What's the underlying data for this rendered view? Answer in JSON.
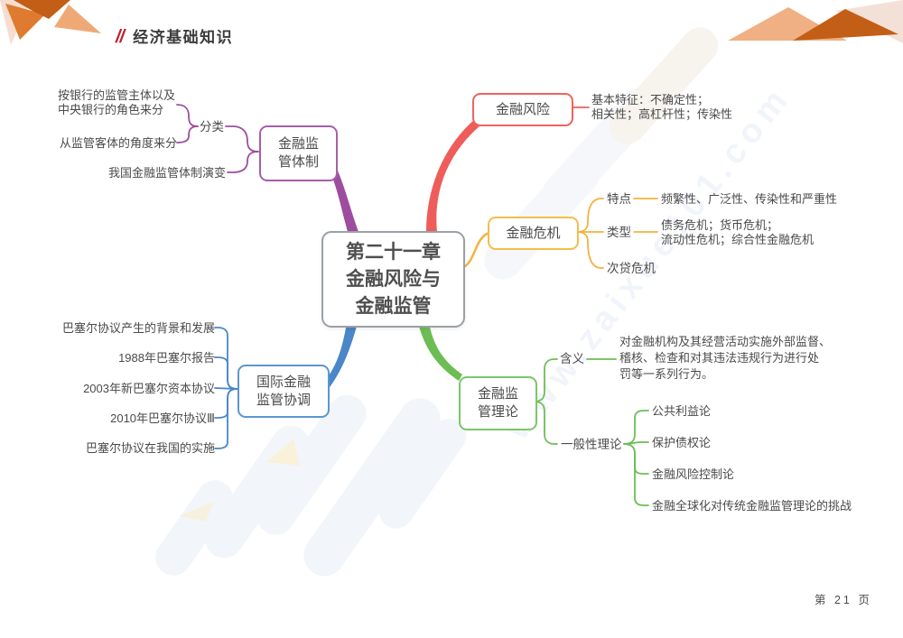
{
  "page": {
    "header": {
      "slashes": "//",
      "title": "经济基础知识"
    },
    "footer": {
      "page_label": "第 21 页"
    },
    "watermark": {
      "url_text": "www.zaixue101.com"
    }
  },
  "mindmap": {
    "center": {
      "title": "第二十一章\n金融风险与\n金融监管"
    },
    "branches": {
      "supervision_system": {
        "label": "金融监\n管体制",
        "color": "#9e4d9e",
        "classification_label": "分类",
        "classification_items": [
          "按银行的监管主体以及\n中央银行的角色来分",
          "从监管客体的角度来分"
        ],
        "evolution": "我国金融监管体制演变"
      },
      "financial_risk": {
        "label": "金融风险",
        "color": "#ee5d5a",
        "features": "基本特征：不确定性；\n相关性；高杠杆性；传染性"
      },
      "financial_crisis": {
        "label": "金融危机",
        "color": "#f3b23c",
        "traits_label": "特点",
        "traits": "频繁性、广泛性、传染性和严重性",
        "types_label": "类型",
        "types": "债务危机；货币危机；\n流动性危机；综合性金融危机",
        "subprime": "次贷危机"
      },
      "international_coordination": {
        "label": "国际金融\n监管协调",
        "color": "#4a86c8",
        "items": [
          "巴塞尔协议产生的背景和发展",
          "1988年巴塞尔报告",
          "2003年新巴塞尔资本协议",
          "2010年巴塞尔协议Ⅲ",
          "巴塞尔协议在我国的实施"
        ]
      },
      "supervision_theory": {
        "label": "金融监\n管理论",
        "color": "#6cbd54",
        "meaning_label": "含义",
        "meaning": "对金融机构及其经营活动实施外部监督、\n稽核、检查和对其违法违规行为进行处\n罚等一系列行为。",
        "general_label": "一般性理论",
        "general_items": [
          "公共利益论",
          "保护债权论",
          "金融风险控制论",
          "金融全球化对传统金融监管理论的挑战"
        ]
      }
    }
  }
}
